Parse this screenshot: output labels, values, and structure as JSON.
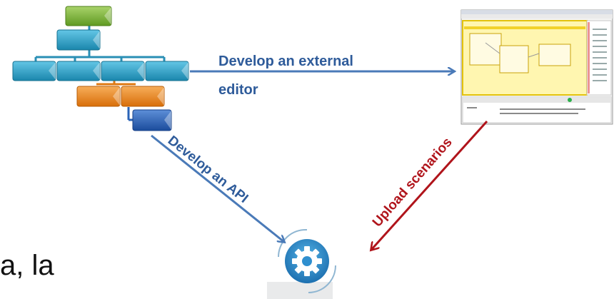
{
  "arrows": {
    "external_editor_label_line1": "Develop an external",
    "external_editor_label_line2": "editor",
    "api_label": "Develop an API",
    "upload_label": "Upload scenarios"
  },
  "cut_text": "a, la",
  "colors": {
    "blue_arrow": "#4a7ab8",
    "blue_text": "#2e5b9a",
    "red_arrow": "#b0141b",
    "red_text": "#b0141b",
    "node_green": "#7fb13c",
    "node_teal": "#2aa3c9",
    "node_orange": "#f08a1c",
    "node_blue": "#2a63b7",
    "gear_blue": "#2f8fcf"
  },
  "icons": {
    "hierarchy": "org-chart-icon",
    "editor": "editor-screenshot-icon",
    "engine": "gear-icon"
  }
}
